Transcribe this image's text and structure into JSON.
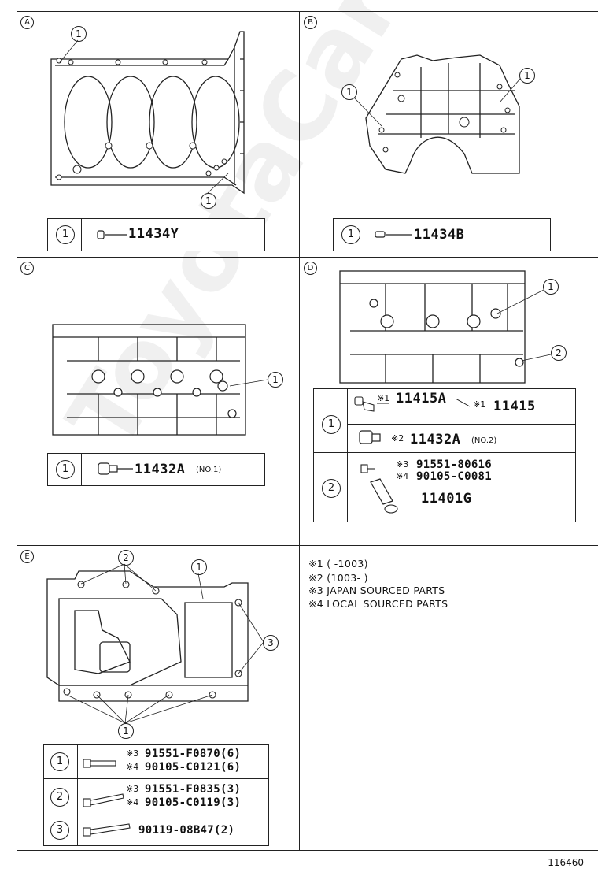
{
  "sections": {
    "A": {
      "letter": "A",
      "callouts": [
        "1",
        "1"
      ],
      "table": [
        {
          "num": "1",
          "part": "11434Y"
        }
      ]
    },
    "B": {
      "letter": "B",
      "callouts": [
        "1",
        "1"
      ],
      "table": [
        {
          "num": "1",
          "part": "11434B"
        }
      ]
    },
    "C": {
      "letter": "C",
      "callouts": [
        "1"
      ],
      "table": [
        {
          "num": "1",
          "part": "11432A",
          "suffix": "(NO.1)"
        }
      ]
    },
    "D": {
      "letter": "D",
      "callouts": [
        "1",
        "2"
      ],
      "row1": {
        "num": "1",
        "mark_a": "※1",
        "part_a": "11415A",
        "mark_b": "※1",
        "part_b": "11415",
        "mark_c": "※2",
        "part_c": "11432A",
        "suffix_c": "(NO.2)"
      },
      "row2": {
        "num": "2",
        "mark_a": "※3",
        "part_a": "91551-80616",
        "mark_b": "※4",
        "part_b": "90105-C0081",
        "part_c": "11401G"
      }
    },
    "E": {
      "letter": "E",
      "callouts": [
        "2",
        "1",
        "3",
        "1"
      ],
      "rows": [
        {
          "num": "1",
          "mark_a": "※3",
          "part_a": "91551-F0870(6)",
          "mark_b": "※4",
          "part_b": "90105-C0121(6)"
        },
        {
          "num": "2",
          "mark_a": "※3",
          "part_a": "91551-F0835(3)",
          "mark_b": "※4",
          "part_b": "90105-C0119(3)"
        },
        {
          "num": "3",
          "part_a": "90119-08B47(2)"
        }
      ]
    }
  },
  "notes": [
    "※1 (        -1003)",
    "※2 (1003-        )",
    "※3 JAPAN SOURCED PARTS",
    "※4 LOCAL SOURCED PARTS"
  ],
  "watermark": "ToyotaCarLine.ru",
  "doc_number": "116460"
}
